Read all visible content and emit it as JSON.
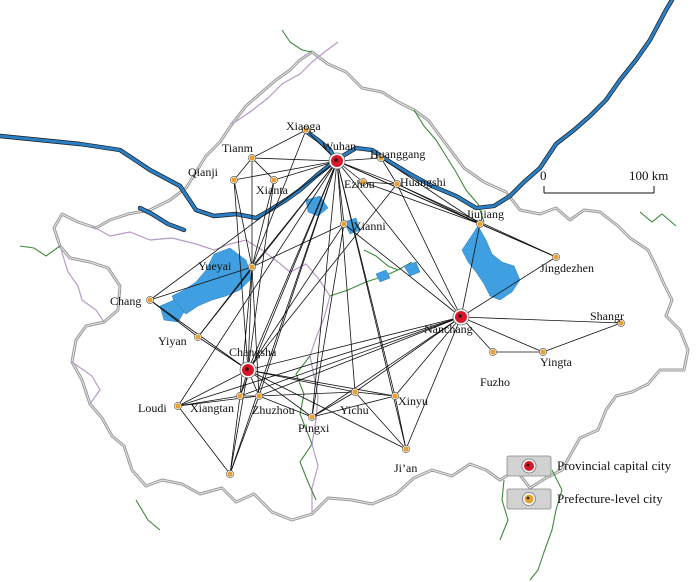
{
  "map": {
    "cities": [
      {
        "id": "wuhan",
        "name": "Wuhan",
        "kind": "provincial"
      },
      {
        "id": "changsha",
        "name": "Changsha",
        "kind": "provincial"
      },
      {
        "id": "nanchang",
        "name": "Nanchang",
        "kind": "provincial"
      },
      {
        "id": "xiaoga",
        "name": "Xiaoga",
        "kind": "prefecture"
      },
      {
        "id": "tianm",
        "name": "Tianm",
        "kind": "prefecture"
      },
      {
        "id": "qianji",
        "name": "Qianji",
        "kind": "prefecture"
      },
      {
        "id": "xianta",
        "name": "Xianta",
        "kind": "prefecture"
      },
      {
        "id": "huanggang",
        "name": "Huanggang",
        "kind": "prefecture"
      },
      {
        "id": "ezhou",
        "name": "Ezhou",
        "kind": "prefecture"
      },
      {
        "id": "huangshi",
        "name": "Huangshi",
        "kind": "prefecture"
      },
      {
        "id": "xianni",
        "name": "Xianni",
        "kind": "prefecture"
      },
      {
        "id": "jiujiang",
        "name": "Jiujiang",
        "kind": "prefecture"
      },
      {
        "id": "jingdezhen",
        "name": "Jingdezhen",
        "kind": "prefecture"
      },
      {
        "id": "yueyai",
        "name": "Yueyai",
        "kind": "prefecture"
      },
      {
        "id": "chang",
        "name": "Chang",
        "kind": "prefecture"
      },
      {
        "id": "yiyan",
        "name": "Yiyan",
        "kind": "prefecture"
      },
      {
        "id": "shangr",
        "name": "Shangr",
        "kind": "prefecture"
      },
      {
        "id": "yingta",
        "name": "Yingta",
        "kind": "prefecture"
      },
      {
        "id": "fuzho",
        "name": "Fuzho",
        "kind": "prefecture"
      },
      {
        "id": "loudi",
        "name": "Loudi",
        "kind": "prefecture"
      },
      {
        "id": "xiangtan",
        "name": "Xiangtan",
        "kind": "prefecture"
      },
      {
        "id": "zhuzhou",
        "name": "Zhuzhou",
        "kind": "prefecture"
      },
      {
        "id": "pingxi",
        "name": "Pingxi",
        "kind": "prefecture"
      },
      {
        "id": "yichu",
        "name": "Yichu",
        "kind": "prefecture"
      },
      {
        "id": "xinyu",
        "name": "Xinyu",
        "kind": "prefecture"
      },
      {
        "id": "jian",
        "name": "Ji’an",
        "kind": "prefecture"
      },
      {
        "id": "hengyang",
        "name": "",
        "kind": "prefecture"
      }
    ],
    "links": [
      [
        "wuhan",
        "xiaoga"
      ],
      [
        "wuhan",
        "tianm"
      ],
      [
        "wuhan",
        "qianji"
      ],
      [
        "wuhan",
        "xianta"
      ],
      [
        "wuhan",
        "huanggang"
      ],
      [
        "wuhan",
        "ezhou"
      ],
      [
        "wuhan",
        "huangshi"
      ],
      [
        "wuhan",
        "xianni"
      ],
      [
        "wuhan",
        "jiujiang"
      ],
      [
        "wuhan",
        "jingdezhen"
      ],
      [
        "wuhan",
        "yueyai"
      ],
      [
        "wuhan",
        "chang"
      ],
      [
        "wuhan",
        "yiyan"
      ],
      [
        "wuhan",
        "changsha"
      ],
      [
        "wuhan",
        "nanchang"
      ],
      [
        "wuhan",
        "loudi"
      ],
      [
        "wuhan",
        "xiangtan"
      ],
      [
        "wuhan",
        "zhuzhou"
      ],
      [
        "wuhan",
        "pingxi"
      ],
      [
        "wuhan",
        "yichu"
      ],
      [
        "wuhan",
        "xinyu"
      ],
      [
        "wuhan",
        "jian"
      ],
      [
        "wuhan",
        "hengyang"
      ],
      [
        "xiaoga",
        "tianm"
      ],
      [
        "xiaoga",
        "yueyai"
      ],
      [
        "tianm",
        "xianta"
      ],
      [
        "tianm",
        "qianji"
      ],
      [
        "tianm",
        "yueyai"
      ],
      [
        "qianji",
        "yueyai"
      ],
      [
        "qianji",
        "changsha"
      ],
      [
        "xianta",
        "yueyai"
      ],
      [
        "xianta",
        "changsha"
      ],
      [
        "huanggang",
        "huangshi"
      ],
      [
        "huanggang",
        "jiujiang"
      ],
      [
        "ezhou",
        "huangshi"
      ],
      [
        "ezhou",
        "jiujiang"
      ],
      [
        "huangshi",
        "jiujiang"
      ],
      [
        "huangshi",
        "changsha"
      ],
      [
        "huangshi",
        "nanchang"
      ],
      [
        "huangshi",
        "jingdezhen"
      ],
      [
        "xianni",
        "yueyai"
      ],
      [
        "xianni",
        "changsha"
      ],
      [
        "xianni",
        "nanchang"
      ],
      [
        "xianni",
        "pingxi"
      ],
      [
        "jiujiang",
        "jingdezhen"
      ],
      [
        "jiujiang",
        "nanchang"
      ],
      [
        "jingdezhen",
        "nanchang"
      ],
      [
        "yueyai",
        "chang"
      ],
      [
        "yueyai",
        "changsha"
      ],
      [
        "yueyai",
        "yiyan"
      ],
      [
        "yueyai",
        "xiangtan"
      ],
      [
        "yueyai",
        "zhuzhou"
      ],
      [
        "chang",
        "yiyan"
      ],
      [
        "chang",
        "changsha"
      ],
      [
        "yiyan",
        "changsha"
      ],
      [
        "changsha",
        "nanchang"
      ],
      [
        "changsha",
        "loudi"
      ],
      [
        "changsha",
        "xiangtan"
      ],
      [
        "changsha",
        "zhuzhou"
      ],
      [
        "changsha",
        "pingxi"
      ],
      [
        "changsha",
        "yichu"
      ],
      [
        "changsha",
        "xinyu"
      ],
      [
        "changsha",
        "jian"
      ],
      [
        "changsha",
        "hengyang"
      ],
      [
        "nanchang",
        "shangr"
      ],
      [
        "nanchang",
        "yingta"
      ],
      [
        "nanchang",
        "fuzho"
      ],
      [
        "nanchang",
        "loudi"
      ],
      [
        "nanchang",
        "xiangtan"
      ],
      [
        "nanchang",
        "zhuzhou"
      ],
      [
        "nanchang",
        "pingxi"
      ],
      [
        "nanchang",
        "yichu"
      ],
      [
        "nanchang",
        "xinyu"
      ],
      [
        "nanchang",
        "jian"
      ],
      [
        "yingta",
        "shangr"
      ],
      [
        "yingta",
        "fuzho"
      ],
      [
        "loudi",
        "xiangtan"
      ],
      [
        "loudi",
        "zhuzhou"
      ],
      [
        "loudi",
        "hengyang"
      ],
      [
        "xiangtan",
        "zhuzhou"
      ],
      [
        "zhuzhou",
        "pingxi"
      ],
      [
        "zhuzhou",
        "yichu"
      ],
      [
        "pingxi",
        "yichu"
      ],
      [
        "pingxi",
        "xinyu"
      ],
      [
        "yichu",
        "xinyu"
      ],
      [
        "yichu",
        "jian"
      ],
      [
        "xinyu",
        "jian"
      ],
      [
        "xiangtan",
        "hengyang"
      ],
      [
        "zhuzhou",
        "hengyang"
      ]
    ]
  },
  "scale_bar": {
    "start_label": "0",
    "end_label": "100 km"
  },
  "legend": {
    "provincial_label": "Provincial capital city",
    "prefecture_label": "Prefecture-level city"
  },
  "colors": {
    "provincial_marker": "#d8182a",
    "prefecture_marker": "#e8a030",
    "river": "#2a7fc4",
    "lake": "#3f9fe0",
    "province_border": "#b89ac7",
    "study_border": "#9a9a9a",
    "county_line": "#3d8a3a"
  }
}
